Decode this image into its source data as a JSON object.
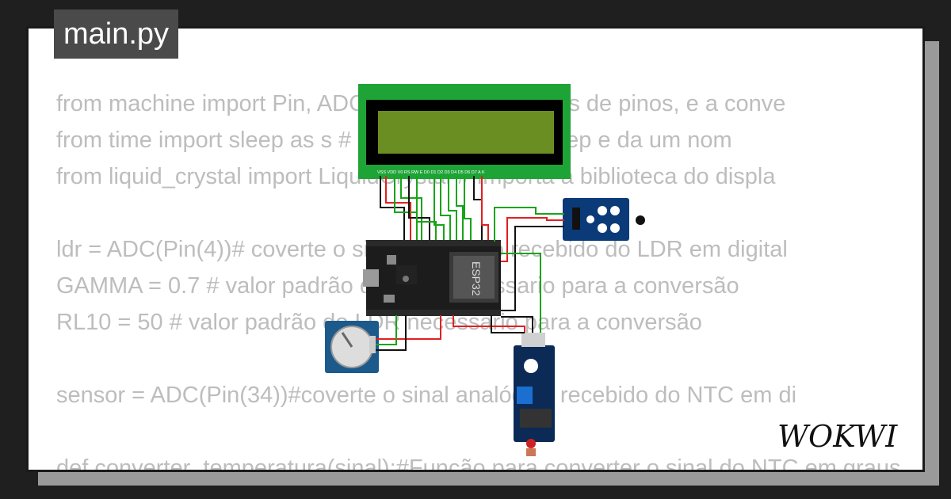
{
  "editor": {
    "filename": "main.py",
    "code_lines": [
      "from machine import Pin, ADC #Importa as funções de pinos, e a conve",
      "from time import sleep as s # Importa a função sleep e da um nom",
      "from liquid_crystal import LiquidCrystal # Importa a biblioteca do displa",
      "",
      "ldr = ADC(Pin(4))# coverte o sinal analógico recebido do LDR em digital",
      "GAMMA = 0.7 # valor padrão do LDR necessario para a conversão",
      "RL10 = 50 # valor padrão do LDR necessario para a conversão",
      "",
      "sensor = ADC(Pin(34))#coverte o sinal analógico recebido do NTC em di",
      "",
      "def converter_temperatura(sinal):#Função para converter o sinal do NTC em graus"
    ]
  },
  "circuit": {
    "board_label": "ESP32",
    "lcd_pins": "VSS VDD V0  RS  RW  E   D0  D1  D2  D3  D4  D5  D6  D7  A   K",
    "wire_colors": {
      "red": "#e0201f",
      "black": "#111111",
      "green": "#18a418"
    }
  },
  "brand": {
    "logo_text": "WOKWI"
  },
  "colors": {
    "tab_bg": "#4a4a4a",
    "code_text": "#bdbdbd",
    "lcd_green": "#1ea436",
    "lcd_screen": "#6b8e23",
    "module_blue": "#0b3a78"
  }
}
